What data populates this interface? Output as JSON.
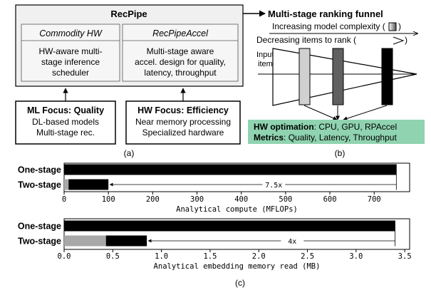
{
  "panel_a": {
    "recpipe": {
      "title": "RecPipe",
      "commodity": {
        "title": "Commodity HW",
        "lines": [
          "HW-aware multi-",
          "stage inference",
          "scheduler"
        ]
      },
      "accel": {
        "title": "RecPipeAccel",
        "lines": [
          "Multi-stage aware",
          "accel. design for quality,",
          "latency, throughput"
        ]
      }
    },
    "ml_focus": {
      "title": "ML Focus: Quality",
      "lines": [
        "DL-based models",
        "Multi-stage rec."
      ]
    },
    "hw_focus": {
      "title": "HW Focus: Efficiency",
      "lines": [
        "Near memory processing",
        "Specialized hardware"
      ]
    },
    "caption": "(a)"
  },
  "panel_b": {
    "title": "Multi-stage ranking funnel",
    "complexity_text": "Increasing model complexity (",
    "complexity_close": ")",
    "items_text": "Decreasing items to rank (",
    "items_close": ")",
    "input_label_1": "Input",
    "input_label_2": "items",
    "stage_colors": [
      "#d0d0d0",
      "#606060",
      "#000000"
    ],
    "hw_label": "HW optimation",
    "hw_value": ": CPU, GPU, RPAccel",
    "metrics_label": "Metrics",
    "metrics_value": ": Quality, Latency, Throughput",
    "highlight_color": "#8fd3b0",
    "caption": "(b)"
  },
  "panel_c": {
    "caption": "(c)",
    "charts": [
      {
        "type": "bar",
        "orientation": "horizontal",
        "categories": [
          "One-stage",
          "Two-stage"
        ],
        "series": [
          {
            "values": [
              0,
              10
            ],
            "color": "#a8a8a8"
          },
          {
            "values": [
              750,
              90
            ],
            "color": "#000000"
          }
        ],
        "totals": [
          750,
          100
        ],
        "xlabel": "Analytical compute (MFLOPs)",
        "xlim": [
          0,
          780
        ],
        "xticks": [
          "0",
          "100",
          "200",
          "300",
          "400",
          "500",
          "600",
          "700"
        ],
        "xtick_values": [
          0,
          100,
          200,
          300,
          400,
          500,
          600,
          700
        ],
        "annotation": "7.5x"
      },
      {
        "type": "bar",
        "orientation": "horizontal",
        "categories": [
          "One-stage",
          "Two-stage"
        ],
        "series": [
          {
            "values": [
              0,
              0.43
            ],
            "color": "#a8a8a8"
          },
          {
            "values": [
              3.4,
              0.42
            ],
            "color": "#000000"
          }
        ],
        "totals": [
          3.4,
          0.85
        ],
        "xlabel": "Analytical embedding memory read (MB)",
        "xlim": [
          0,
          3.55
        ],
        "xticks": [
          "0.0",
          "0.5",
          "1.0",
          "1.5",
          "2.0",
          "2.5",
          "3.0",
          "3.5"
        ],
        "xtick_values": [
          0,
          0.5,
          1.0,
          1.5,
          2.0,
          2.5,
          3.0,
          3.5
        ],
        "annotation": "4x"
      }
    ]
  }
}
